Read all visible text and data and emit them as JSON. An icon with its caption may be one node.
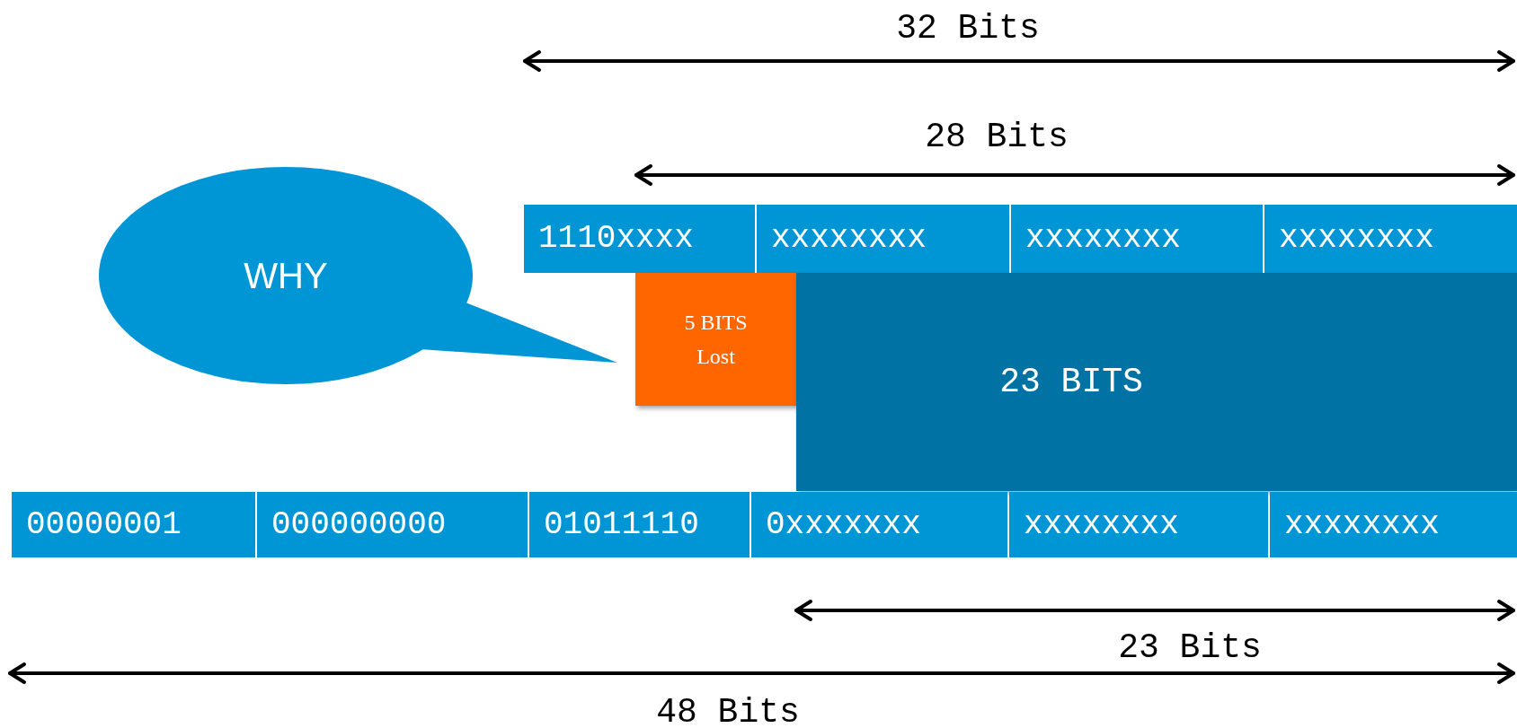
{
  "diagram": {
    "nodes": [
      {
        "text": [
          "1110xxxx"
        ]
      },
      {
        "text": [
          "xxxxxxxx"
        ]
      },
      {
        "text": [
          "xxxxxxxx"
        ]
      },
      {
        "text": [
          "xxxxxxxx"
        ]
      },
      {
        "text": [
          "WHY"
        ]
      },
      {
        "text": [
          "5 BITS Lost"
        ]
      },
      {
        "text": [
          "23 BITS"
        ]
      },
      {
        "text": [
          "00000001"
        ]
      },
      {
        "text": [
          "000000000"
        ]
      },
      {
        "text": [
          "01011110"
        ]
      },
      {
        "text": [
          "0xxxxxxx"
        ]
      },
      {
        "text": [
          "xxxxxxxx"
        ]
      },
      {
        "text": [
          "xxxxxxxx"
        ]
      }
    ],
    "labels": [
      "32 Bits",
      "28 Bits",
      "23 Bits",
      "48 Bits"
    ]
  }
}
